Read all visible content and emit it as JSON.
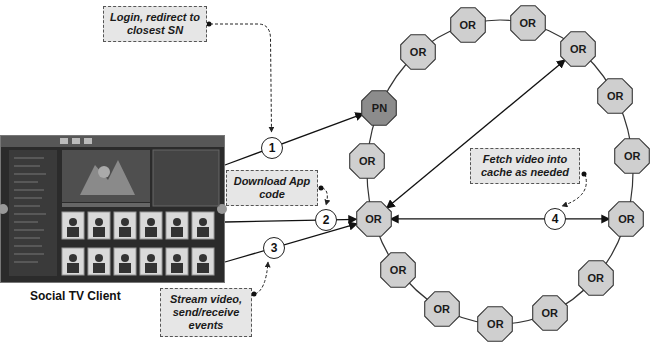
{
  "diagram": {
    "nodes": [
      {
        "text": [
          "Social TV Client"
        ]
      },
      {
        "text": [
          "Login, redirect to closest SN"
        ]
      },
      {
        "text": [
          "Download App code"
        ]
      },
      {
        "text": [
          "Stream video, send/receive events"
        ]
      },
      {
        "text": [
          "Fetch video into cache as needed"
        ]
      },
      {
        "text": [
          "PN"
        ]
      },
      {
        "text": [
          "OR"
        ]
      },
      {
        "text": [
          "OR"
        ]
      },
      {
        "text": [
          "OR"
        ]
      },
      {
        "text": [
          "OR"
        ]
      },
      {
        "text": [
          "OR"
        ]
      },
      {
        "text": [
          "OR"
        ]
      },
      {
        "text": [
          "OR"
        ]
      },
      {
        "text": [
          "OR"
        ]
      },
      {
        "text": [
          "OR"
        ]
      },
      {
        "text": [
          "OR"
        ]
      },
      {
        "text": [
          "OR"
        ]
      },
      {
        "text": [
          "OR"
        ]
      },
      {
        "text": [
          "OR"
        ]
      },
      {
        "text": [
          "OR"
        ]
      }
    ],
    "edges": [
      {
        "from": 0,
        "to": 5,
        "arrow": "to",
        "label": "1"
      },
      {
        "from": 0,
        "to": 18,
        "arrow": "to",
        "label": "2"
      },
      {
        "from": 0,
        "to": 18,
        "arrow": "to",
        "label": "3"
      },
      {
        "from": 18,
        "to": 9,
        "arrow": "both"
      },
      {
        "from": 18,
        "to": 12,
        "arrow": "both",
        "label": "4"
      }
    ]
  }
}
